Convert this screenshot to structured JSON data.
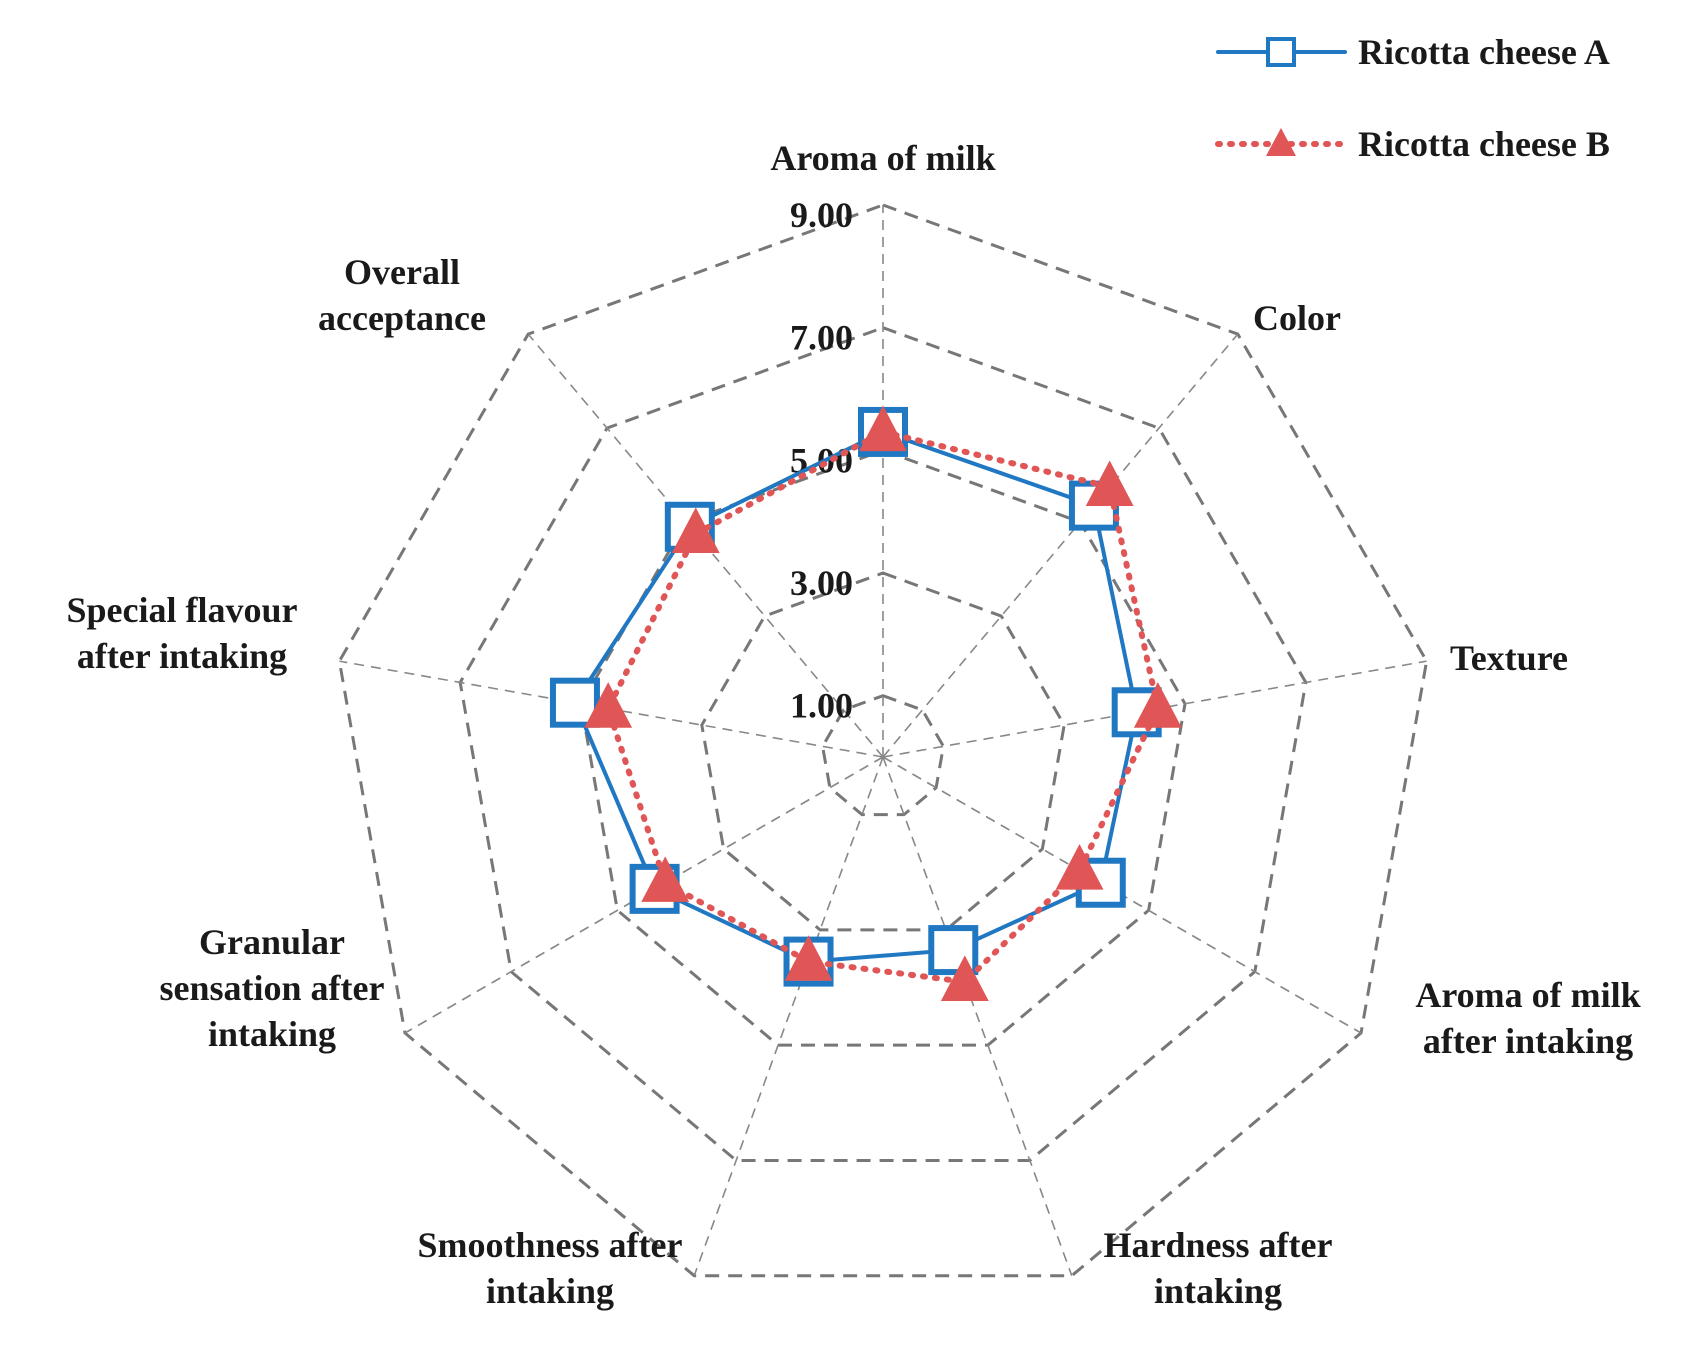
{
  "chart_data": {
    "type": "radar",
    "axes": [
      "Aroma of milk",
      "Color",
      "Texture",
      "Aroma of milk after intaking",
      "Hardness after intaking",
      "Smoothness after intaking",
      "Granular sensation after intaking",
      "Special flavour after intaking",
      "Overall acceptance"
    ],
    "axis_label_lines": [
      [
        "Aroma of milk"
      ],
      [
        "Color"
      ],
      [
        "Texture"
      ],
      [
        "Aroma of milk",
        "after intaking"
      ],
      [
        "Hardness after",
        "intaking"
      ],
      [
        "Smoothness after",
        "intaking"
      ],
      [
        "Granular",
        "sensation after",
        "intaking"
      ],
      [
        "Special flavour",
        "after intaking"
      ],
      [
        "Overall",
        "acceptance"
      ]
    ],
    "ticks": [
      "1.00",
      "3.00",
      "5.00",
      "7.00",
      "9.00"
    ],
    "rlim": [
      0,
      9
    ],
    "grid_levels": [
      1,
      3,
      5,
      7,
      9
    ],
    "series": [
      {
        "name": "Ricotta cheese A",
        "values": [
          5.3,
          5.35,
          4.2,
          4.1,
          3.35,
          3.55,
          4.3,
          5.1,
          4.9
        ],
        "color": "#1f78c1",
        "line": "solid",
        "marker": "square"
      },
      {
        "name": "Ricotta cheese B",
        "values": [
          5.3,
          5.75,
          4.55,
          3.7,
          3.9,
          3.55,
          4.1,
          4.55,
          4.75
        ],
        "color": "#e05555",
        "line": "dotted",
        "marker": "triangle"
      }
    ],
    "legend_position": "top-right",
    "grid": true
  }
}
